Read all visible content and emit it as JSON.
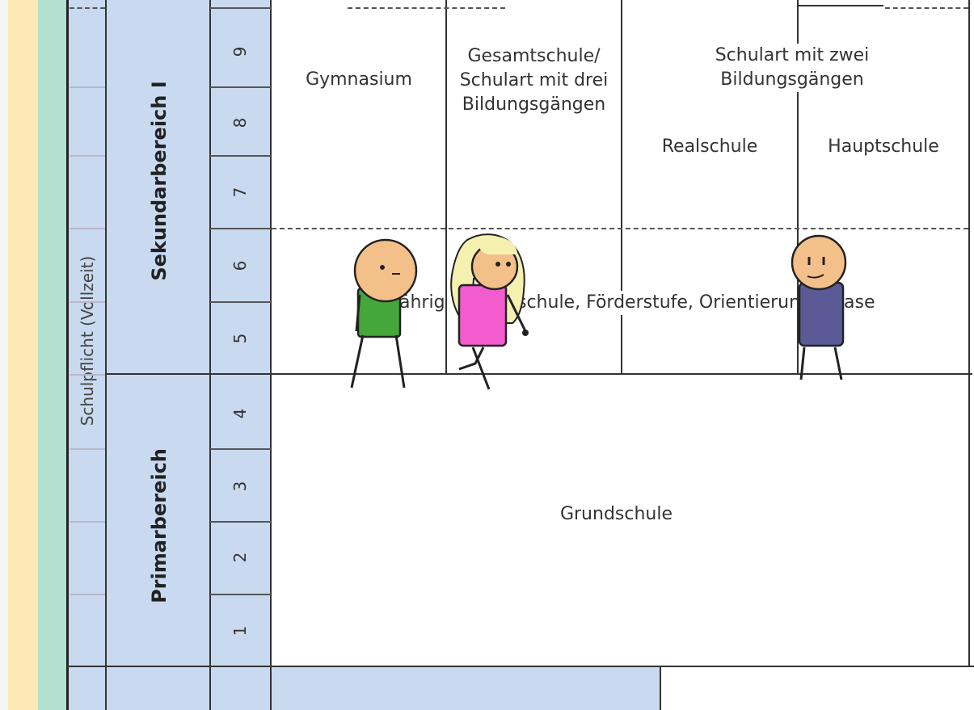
{
  "levels": {
    "schulpflicht": "Schulpflicht (Vollzeit)",
    "sekundarbereich": "Sekundarbereich I",
    "primarbereich": "Primarbereich"
  },
  "grades": [
    "9",
    "8",
    "7",
    "6",
    "5",
    "4",
    "3",
    "2",
    "1"
  ],
  "schools": {
    "gymnasium": "Gymnasium",
    "gesamtschule": [
      "Gesamtschule/",
      "Schulart mit drei",
      "Bildungsgängen"
    ],
    "zwei": [
      "Schulart mit zwei",
      "Bildungsgängen"
    ],
    "realschule": "Realschule",
    "hauptschule": "Hauptschule",
    "orientierung_parts": [
      "ährig",
      "schule, Förderstufe, Orientierun",
      "ase"
    ],
    "grundschule": "Grundschule"
  },
  "characters": [
    {
      "name": "green-shirt-character",
      "shirt": "#45a63a"
    },
    {
      "name": "pink-dress-character",
      "shirt": "#f25ccc",
      "hair": "#f4f0b0"
    },
    {
      "name": "blue-shirt-character",
      "shirt": "#5a5a96"
    }
  ],
  "colors": {
    "skin": "#f4c08a",
    "blue_band": "#c9daf0",
    "yellow_stripe": "#fce9b3",
    "green_stripe": "#b4e0d2"
  }
}
